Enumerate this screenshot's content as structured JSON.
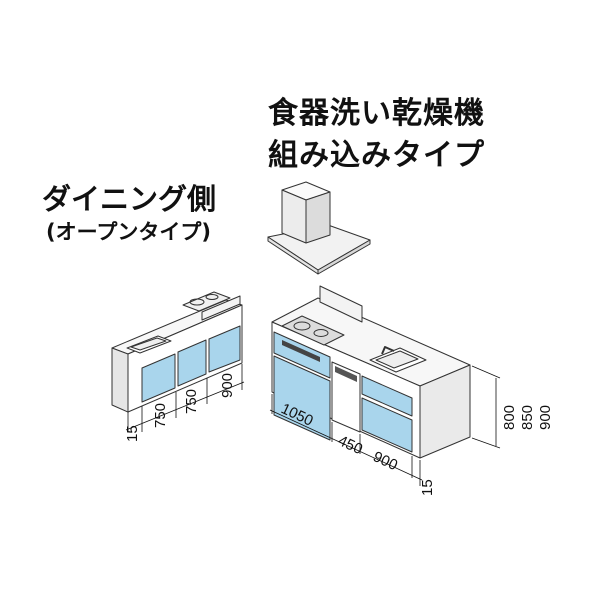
{
  "titles": {
    "right_line1": "食器洗い乾燥機",
    "right_line2": "組み込みタイプ",
    "left_line1": "ダイニング側",
    "left_line2": "(オープンタイプ)"
  },
  "dimensions": {
    "left": [
      "15",
      "750",
      "750",
      "900"
    ],
    "right": [
      "1050",
      "450",
      "900",
      "15"
    ],
    "heights": [
      "800",
      "850",
      "900"
    ]
  },
  "colors": {
    "cabinet_blue": "#a9d5ec",
    "outline": "#333333",
    "countertop": "#f7f7f7",
    "side_panel": "#e6e6e6"
  }
}
